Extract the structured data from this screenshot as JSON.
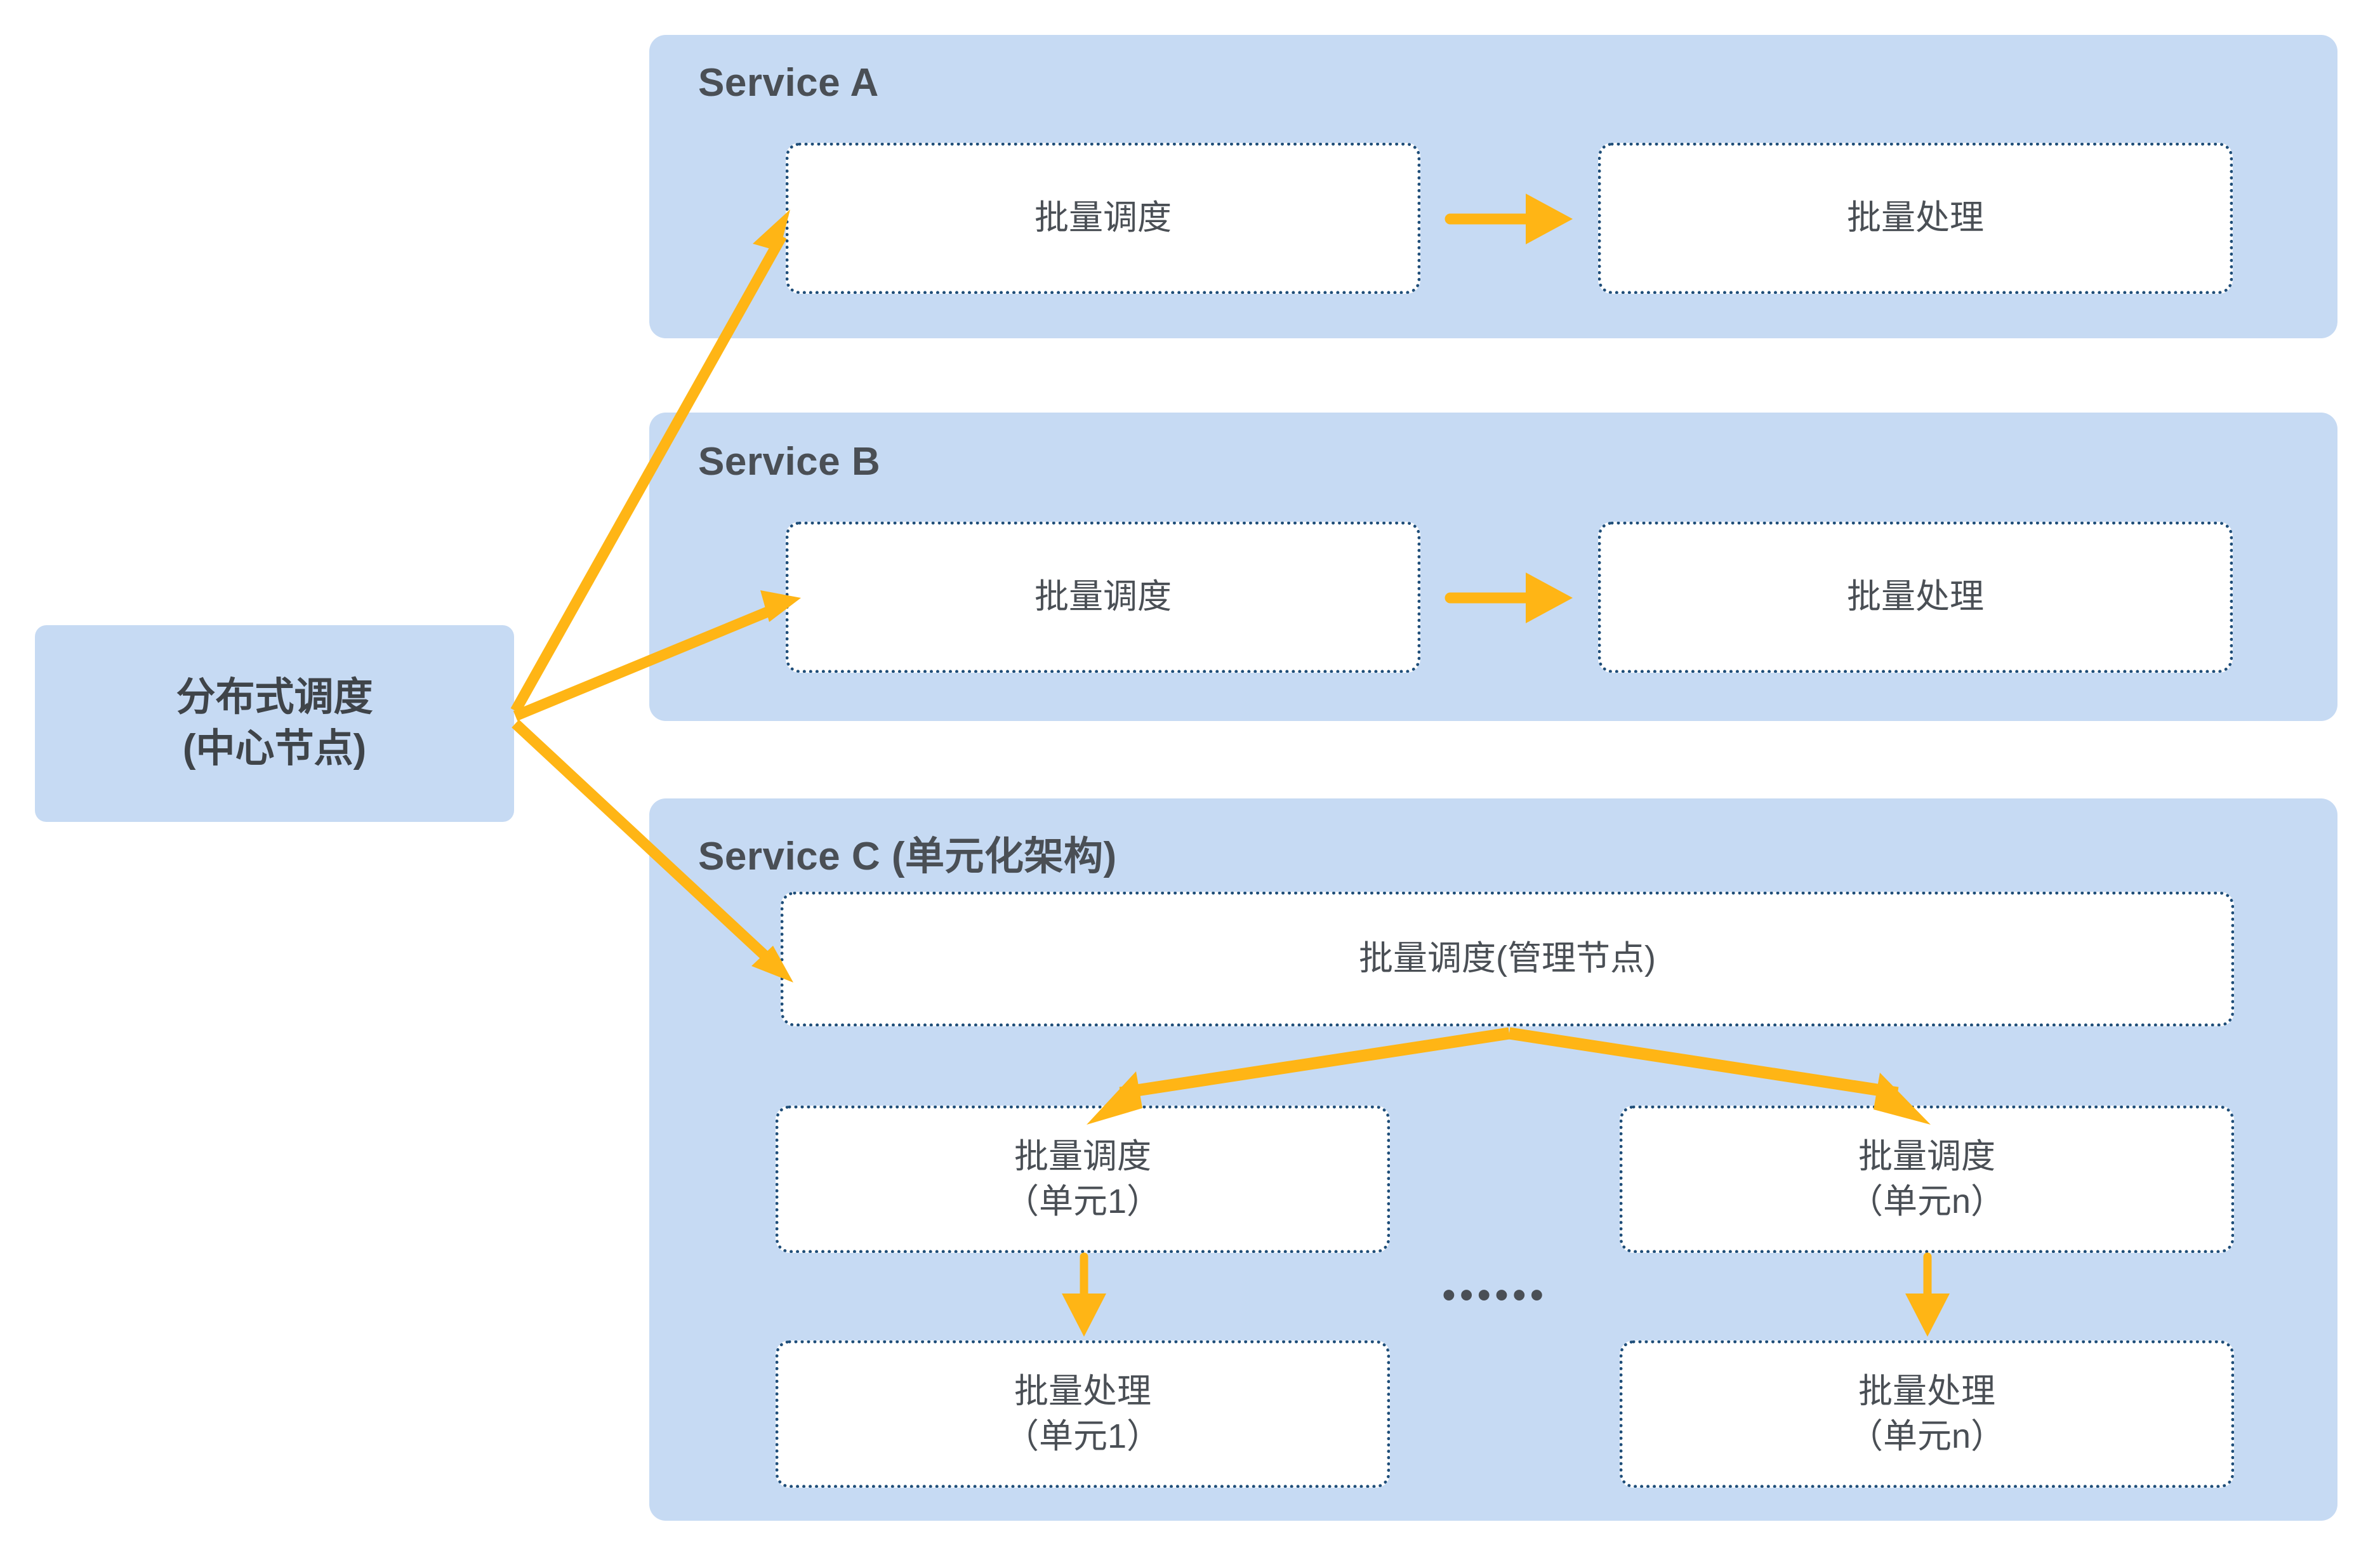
{
  "diagram": {
    "title_hint": "分布式调度架构",
    "colors": {
      "panel_fill": "#c6daf3",
      "node_fill": "#ffffff",
      "node_border": "#1f4e79",
      "arrow": "#ffb515",
      "text": "#4a4f55"
    }
  },
  "central_node": {
    "label": "分布式调度\n(中心节点)"
  },
  "services": [
    {
      "id": "service-a",
      "title": "Service A",
      "nodes": [
        {
          "id": "a-scheduler",
          "label": "批量调度"
        },
        {
          "id": "a-processor",
          "label": "批量处理"
        }
      ]
    },
    {
      "id": "service-b",
      "title": "Service B",
      "nodes": [
        {
          "id": "b-scheduler",
          "label": "批量调度"
        },
        {
          "id": "b-processor",
          "label": "批量处理"
        }
      ]
    },
    {
      "id": "service-c",
      "title": "Service C (单元化架构)",
      "nodes": [
        {
          "id": "c-manager",
          "label": "批量调度(管理节点)"
        },
        {
          "id": "c-scheduler-unit1",
          "label": "批量调度\n（单元1）"
        },
        {
          "id": "c-scheduler-unitn",
          "label": "批量调度\n（单元n）"
        },
        {
          "id": "c-processor-unit1",
          "label": "批量处理\n（单元1）"
        },
        {
          "id": "c-processor-unitn",
          "label": "批量处理\n（单元n）"
        }
      ],
      "ellipsis": "••••••"
    }
  ],
  "connections": [
    {
      "id": "center-to-a",
      "from": "central-node",
      "to": "a-scheduler"
    },
    {
      "id": "center-to-b",
      "from": "central-node",
      "to": "b-scheduler"
    },
    {
      "id": "center-to-c",
      "from": "central-node",
      "to": "c-manager"
    },
    {
      "id": "a-sched-to-proc",
      "from": "a-scheduler",
      "to": "a-processor"
    },
    {
      "id": "b-sched-to-proc",
      "from": "b-scheduler",
      "to": "b-processor"
    },
    {
      "id": "c-manager-to-unit1",
      "from": "c-manager",
      "to": "c-scheduler-unit1"
    },
    {
      "id": "c-manager-to-unitn",
      "from": "c-manager",
      "to": "c-scheduler-unitn"
    },
    {
      "id": "c-unit1-sched-to-proc",
      "from": "c-scheduler-unit1",
      "to": "c-processor-unit1"
    },
    {
      "id": "c-unitn-sched-to-proc",
      "from": "c-scheduler-unitn",
      "to": "c-processor-unitn"
    }
  ]
}
